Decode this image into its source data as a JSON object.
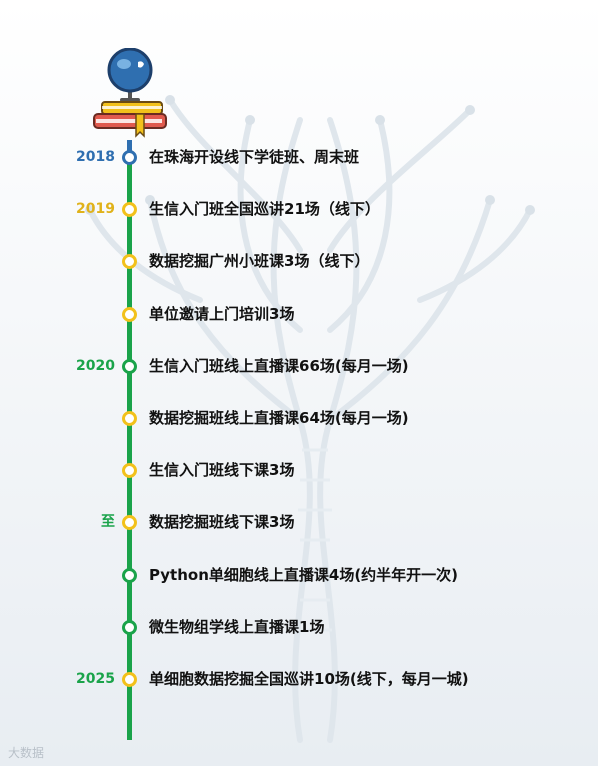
{
  "colors": {
    "year_blue": "#2f6fb0",
    "year_yellow": "#e0b21a",
    "year_green": "#1aa34a",
    "dot_yellow": "#f2c11b",
    "dot_green": "#1aa34a",
    "dot_blue": "#2f6fb0",
    "timeline": "#1aa34a"
  },
  "header_icon": "globe-on-books-icon",
  "timeline": [
    {
      "year": "2018",
      "year_color": "#2f6fb0",
      "dot_color": "#2f6fb0",
      "text": "在珠海开设线下学徒班、周末班"
    },
    {
      "year": "2019",
      "year_color": "#e0b21a",
      "dot_color": "#f2c11b",
      "text": "生信入门班全国巡讲21场（线下）"
    },
    {
      "year": "",
      "year_color": "#e0b21a",
      "dot_color": "#f2c11b",
      "text": "数据挖掘广州小班课3场（线下）"
    },
    {
      "year": "",
      "year_color": "#e0b21a",
      "dot_color": "#f2c11b",
      "text": "单位邀请上门培训3场"
    },
    {
      "year": "2020",
      "year_color": "#1aa34a",
      "dot_color": "#1aa34a",
      "text": "生信入门班线上直播课66场(每月一场)"
    },
    {
      "year": "",
      "year_color": "#1aa34a",
      "dot_color": "#f2c11b",
      "text": "数据挖掘班线上直播课64场(每月一场)"
    },
    {
      "year": "",
      "year_color": "#1aa34a",
      "dot_color": "#f2c11b",
      "text": "生信入门班线下课3场"
    },
    {
      "year": "至",
      "year_color": "#1aa34a",
      "dot_color": "#f2c11b",
      "text": "数据挖掘班线下课3场"
    },
    {
      "year": "",
      "year_color": "#1aa34a",
      "dot_color": "#1aa34a",
      "text": "Python单细胞线上直播课4场(约半年开一次)"
    },
    {
      "year": "",
      "year_color": "#1aa34a",
      "dot_color": "#1aa34a",
      "text": "微生物组学线上直播课1场"
    },
    {
      "year": "2025",
      "year_color": "#1aa34a",
      "dot_color": "#f2c11b",
      "text": "单细胞数据挖掘全国巡讲10场(线下，每月一城)"
    }
  ],
  "watermark": "大数据"
}
